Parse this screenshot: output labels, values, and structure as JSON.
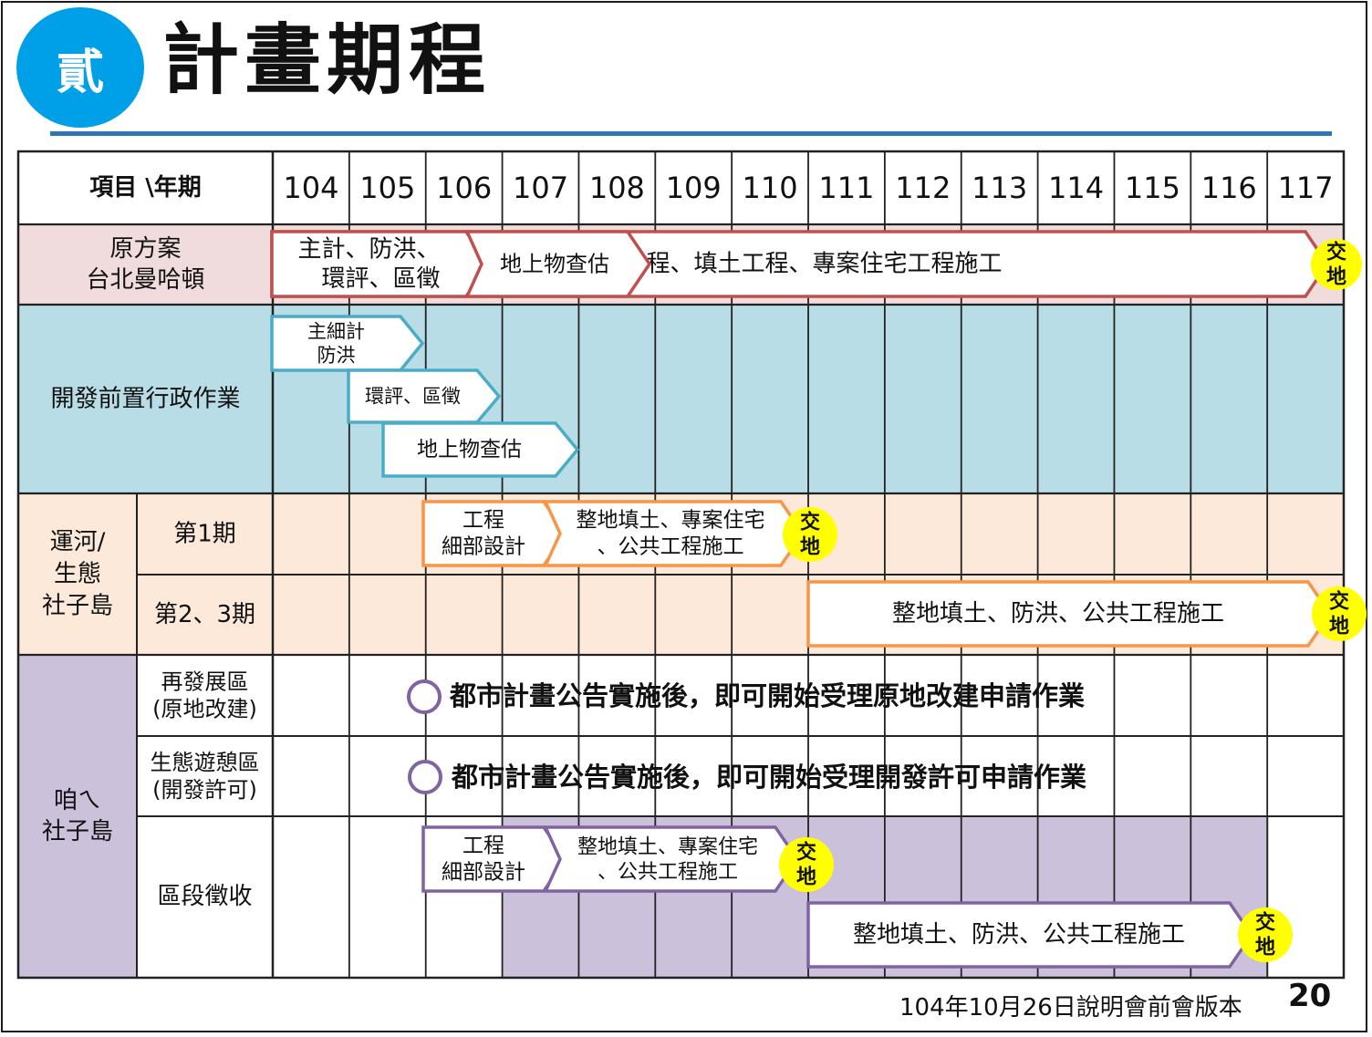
{
  "header": {
    "section_badge": "貳",
    "title": "計畫期程"
  },
  "table": {
    "corner_label": "項目 \\年期",
    "years": [
      "104",
      "105",
      "106",
      "107",
      "108",
      "109",
      "110",
      "111",
      "112",
      "113",
      "114",
      "115",
      "116",
      "117"
    ]
  },
  "rows": {
    "original_plan": "原方案\n台北曼哈頓",
    "pre_admin": "開發前置行政作業",
    "canal_group": "運河/\n生態\n社子島",
    "canal_phase1": "第1期",
    "canal_phase23": "第2、3期",
    "zaa_group": "咱ㄟ\n社子島",
    "redevelop": "再發展區\n(原地改建)",
    "eco_zone": "生態遊憩區\n(開發許可)",
    "zone_expropriation": "區段徵收"
  },
  "bars": {
    "orig_1": "主計、防洪、\n　環評、區徵",
    "orig_2": "地上物查估",
    "orig_3": "公共工程、填土工程、專案住宅工程施工",
    "pre_1": "主細計\n防洪",
    "pre_2": "環評、區徵",
    "pre_3": "地上物查估",
    "c1_1": "工程\n細部設計",
    "c1_2": "整地填土、專案住宅\n、公共工程施工",
    "c23_1": "整地填土、防洪、公共工程施工",
    "redev_text": "都市計畫公告實施後，即可開始受理原地改建申請作業",
    "eco_text": "都市計畫公告實施後，即可開始受理開發許可申請作業",
    "z_1": "工程\n細部設計",
    "z_2": "整地填土、專案住宅\n、公共工程施工",
    "z_3": "整地填土、防洪、公共工程施工"
  },
  "handover_label": "交\n地",
  "footer": {
    "note": "104年10月26日說明會前會版本",
    "page_number": "20"
  },
  "colors": {
    "header_circle": "#00a0e9",
    "title_rule": "#2e75b6",
    "original_plan_bg": "#f0dcdc",
    "original_plan_border": "#c0504d",
    "pre_admin_bg": "#b8dde6",
    "pre_admin_border": "#4bacc6",
    "canal_bg": "#fde9d9",
    "canal_border": "#f79646",
    "zaa_bg": "#ccc1da",
    "zaa_border": "#8064a2",
    "handover": "#ffff00"
  }
}
